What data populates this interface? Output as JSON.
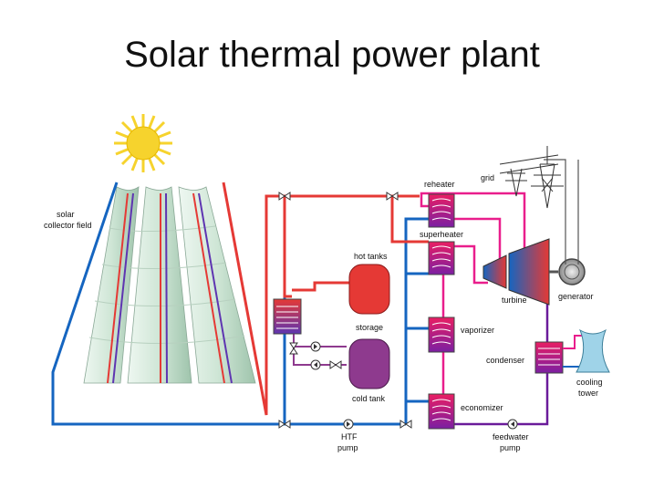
{
  "title": "Solar thermal power plant",
  "labels": {
    "solar_collector_field_line1": "solar",
    "solar_collector_field_line2": "collector field",
    "reheater": "reheater",
    "grid": "grid",
    "superheater": "superheater",
    "hot_tanks": "hot tanks",
    "storage": "storage",
    "cold_tank": "cold tank",
    "vaporizer": "vaporizer",
    "turbine": "turbine",
    "generator": "generator",
    "condenser": "condenser",
    "cooling_line1": "cooling",
    "cooling_line2": "tower",
    "economizer": "economizer",
    "htf_pump_line1": "HTF",
    "htf_pump_line2": "pump",
    "feedwater_pump_line1": "feedwater",
    "feedwater_pump_line2": "pump"
  },
  "colors": {
    "hot_pipe": "#e53935",
    "cold_pipe": "#1565c0",
    "steam_pipe": "#e91e8c",
    "water_pipe": "#6a1b9a",
    "hot_tank": "#e53935",
    "cold_tank": "#8e3a8e",
    "collector": "#d9ecdf",
    "sun": "#f6d32d"
  }
}
